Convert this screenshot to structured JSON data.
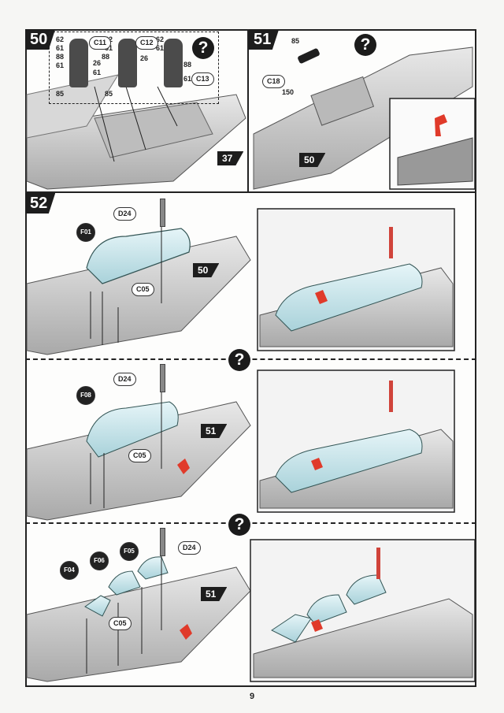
{
  "page_number": "9",
  "query_glyph": "?",
  "step50": {
    "label": "50",
    "parts": [
      "C11",
      "C12",
      "C13"
    ],
    "figure_numbers": [
      "62",
      "61",
      "88",
      "61",
      "85",
      "62",
      "61",
      "88",
      "26",
      "61",
      "85",
      "62",
      "61",
      "26",
      "88",
      "61"
    ],
    "ref": "37"
  },
  "step51": {
    "label": "51",
    "part": "C18",
    "numbers": [
      "85",
      "150"
    ],
    "ref": "50"
  },
  "step52": {
    "label": "52",
    "row1": {
      "parts": [
        "D24",
        "F01",
        "C05"
      ],
      "ref": "50"
    },
    "row2": {
      "parts": [
        "D24",
        "F08",
        "C05"
      ],
      "ref": "51"
    },
    "row3": {
      "parts": [
        "F05",
        "D24",
        "F04",
        "F06",
        "C05"
      ],
      "ref": "51"
    }
  },
  "colors": {
    "frame": "#222222",
    "plane": "#cfcfcf",
    "canopy": "#bfe3ea",
    "accent_red": "#e03a2a"
  }
}
